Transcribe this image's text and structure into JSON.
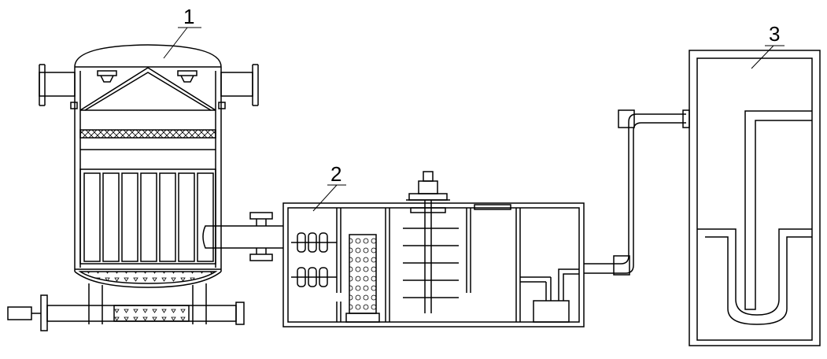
{
  "labels": {
    "unit_1": "1",
    "unit_2": "2",
    "unit_3": "3"
  },
  "colors": {
    "line": "#000000",
    "background": "#ffffff",
    "hatch": "#000000"
  }
}
